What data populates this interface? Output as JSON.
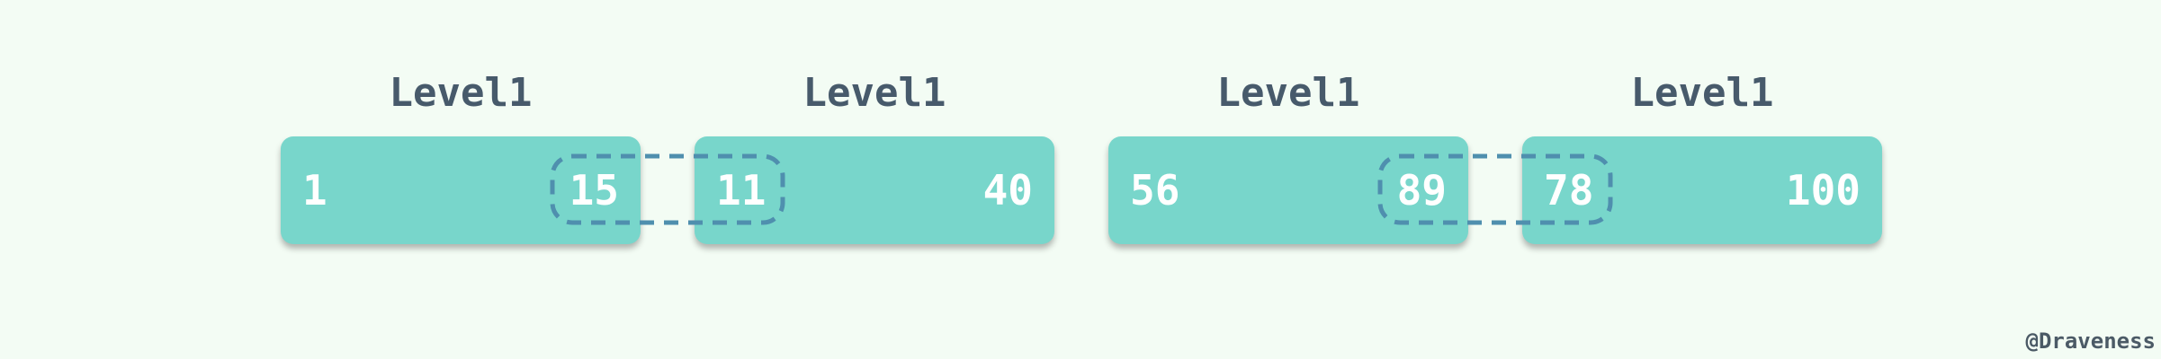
{
  "blocks": [
    {
      "label": "Level1",
      "min": "1",
      "max": "15"
    },
    {
      "label": "Level1",
      "min": "11",
      "max": "40"
    },
    {
      "label": "Level1",
      "min": "56",
      "max": "89"
    },
    {
      "label": "Level1",
      "min": "78",
      "max": "100"
    }
  ],
  "credit": "@Draveness",
  "colors": {
    "background": "#f3fcf4",
    "block": "#78d6cb",
    "label": "#475a6b",
    "dashed": "#4f8fae",
    "text": "#ffffff"
  }
}
